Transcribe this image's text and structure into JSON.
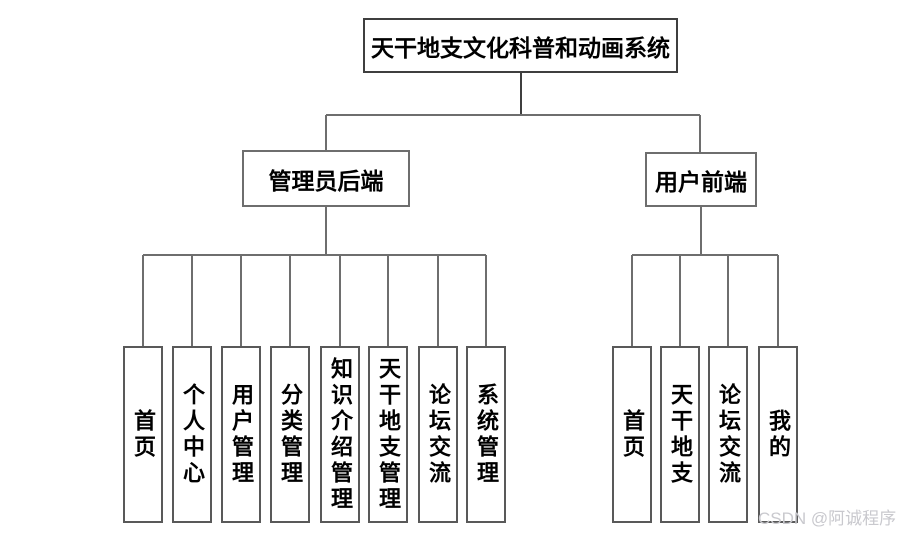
{
  "root": {
    "label": "天干地支文化科普和动画系统"
  },
  "branches": {
    "admin": {
      "label": "管理员后端",
      "children": [
        "首页",
        "个人中心",
        "用户管理",
        "分类管理",
        "知识介绍管理",
        "天干地支管理",
        "论坛交流",
        "系统管理"
      ]
    },
    "user": {
      "label": "用户前端",
      "children": [
        "首页",
        "天干地支",
        "论坛交流",
        "我的"
      ]
    }
  },
  "watermark": {
    "text": "CSDN @阿诚程序"
  },
  "colors": {
    "background": "#ffffff",
    "line": "#6e6e6e",
    "root_border": "#3f3f3f",
    "node_border": "#595959",
    "watermark": "#c9c9ce"
  }
}
